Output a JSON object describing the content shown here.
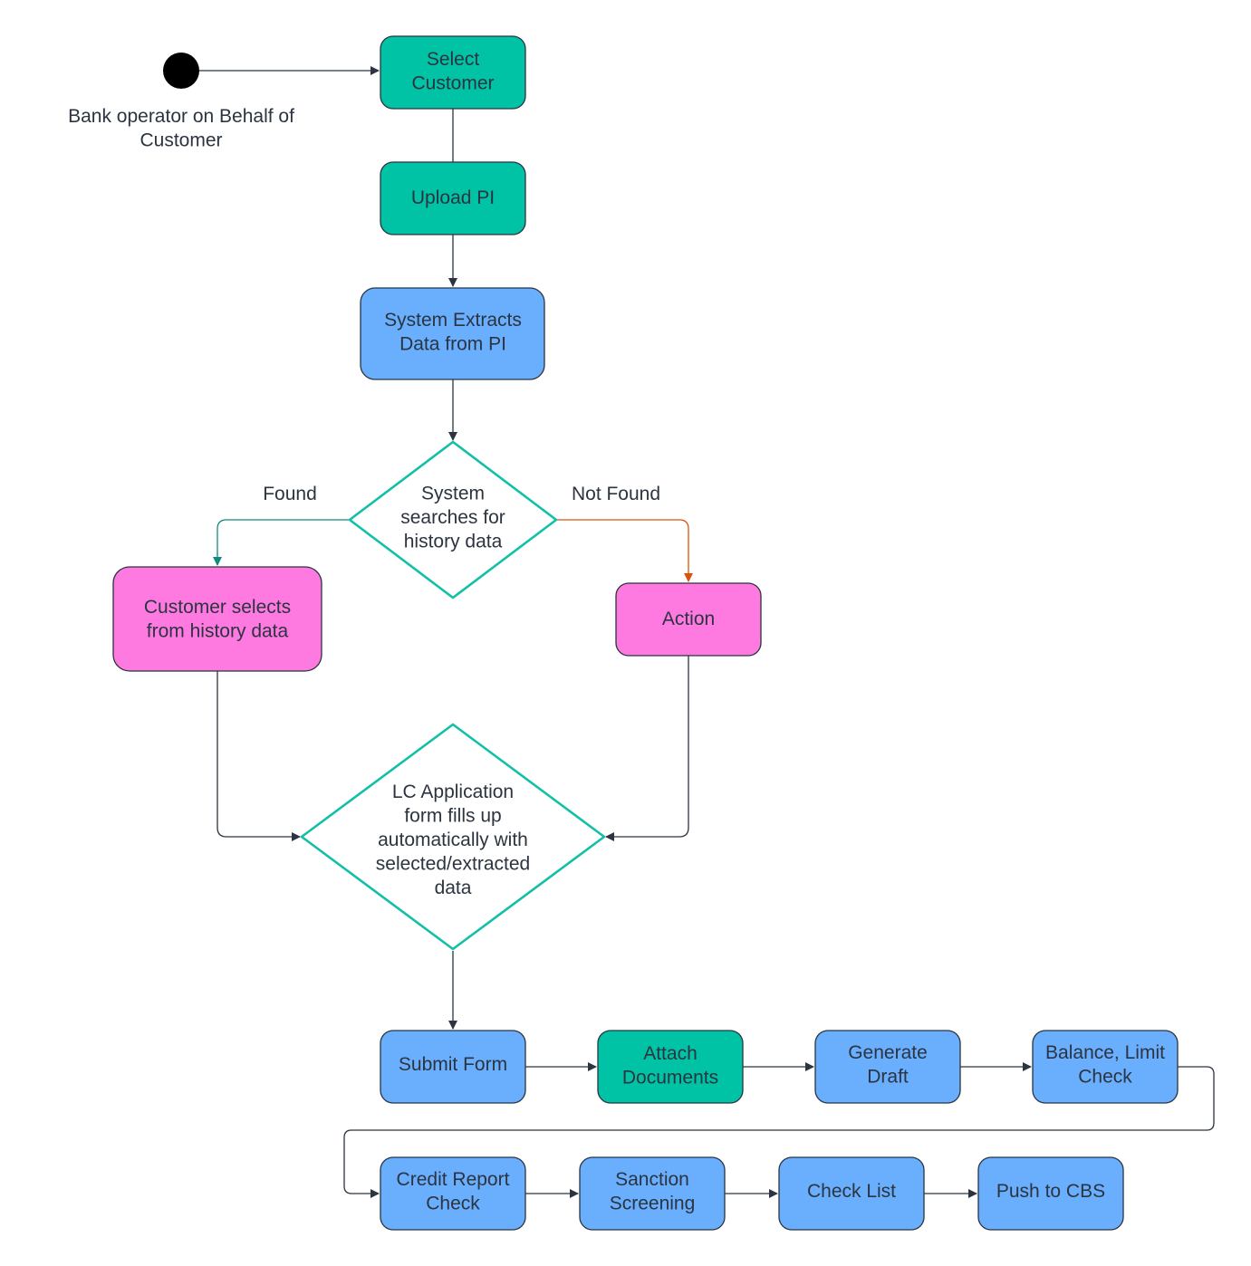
{
  "colors": {
    "teal_node": "#00c2a5",
    "blue_node": "#6aaefe",
    "pink_node": "#ff7ae0",
    "diamond_stroke": "#12c0a8",
    "found_edge": "#0f8a7c",
    "not_found_edge": "#d9510c",
    "text": "#2b3440",
    "start_dot": "#000000"
  },
  "start": {
    "label": [
      "Bank operator on Behalf of",
      "Customer"
    ]
  },
  "nodes": {
    "select_customer": [
      "Select",
      "Customer"
    ],
    "upload_pi": [
      "Upload PI"
    ],
    "system_extracts": [
      "System Extracts",
      "Data from PI"
    ],
    "history_search": [
      "System",
      "searches for",
      "history data"
    ],
    "customer_selects": [
      "Customer selects",
      "from history data"
    ],
    "action": [
      "Action"
    ],
    "lc_application": [
      "LC Application",
      "form fills up",
      "automatically with",
      "selected/extracted",
      "data"
    ],
    "submit_form": [
      "Submit Form"
    ],
    "attach_documents": [
      "Attach",
      "Documents"
    ],
    "generate_draft": [
      "Generate",
      "Draft"
    ],
    "balance_limit_check": [
      "Balance, Limit",
      "Check"
    ],
    "credit_report_check": [
      "Credit Report",
      "Check"
    ],
    "sanction_screening": [
      "Sanction",
      "Screening"
    ],
    "check_list": [
      "Check List"
    ],
    "push_to_cbs": [
      "Push to CBS"
    ]
  },
  "edge_labels": {
    "found": "Found",
    "not_found": "Not Found"
  }
}
